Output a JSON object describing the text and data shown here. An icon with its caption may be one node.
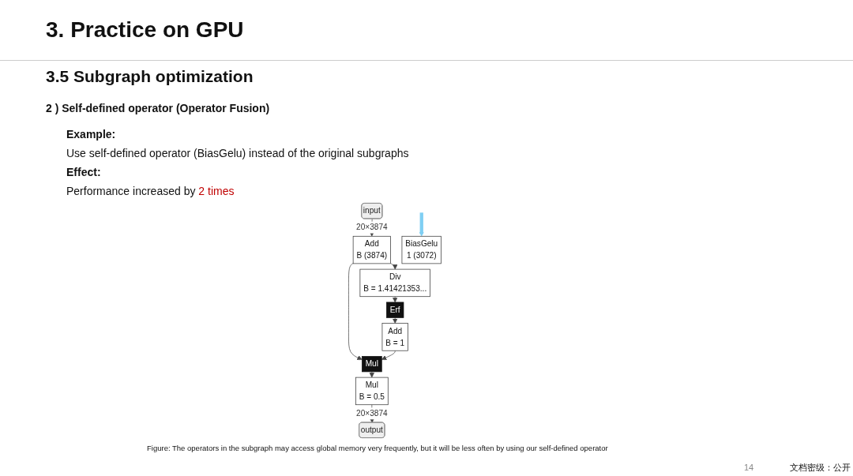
{
  "diagram": {
    "title": "3. Practice on GPU",
    "caption": "Figure:  The operators in the subgraph may access global memory very frequently, but it will be less often by using our self-defined operator",
    "nodes": [
      {
        "text": [
          "input"
        ]
      },
      {
        "text": [
          "Add",
          "B (3874)"
        ]
      },
      {
        "text": [
          "Div",
          "B = 1.41421353..."
        ]
      },
      {
        "text": [
          "Erf"
        ]
      },
      {
        "text": [
          "Add",
          "B = 1"
        ]
      },
      {
        "text": [
          "Mul"
        ]
      },
      {
        "text": [
          "Mul",
          "B = 0.5"
        ]
      },
      {
        "text": [
          "output"
        ]
      },
      {
        "text": [
          "BiasGelu",
          "1 (3072)"
        ]
      }
    ],
    "edges": [
      {
        "from": 0,
        "to": 1,
        "arrow": "to",
        "label": "20×3874"
      },
      {
        "from": 1,
        "to": 2,
        "arrow": "to"
      },
      {
        "from": 1,
        "to": 5,
        "arrow": "to"
      },
      {
        "from": 2,
        "to": 3,
        "arrow": "to"
      },
      {
        "from": 3,
        "to": 4,
        "arrow": "to"
      },
      {
        "from": 4,
        "to": 5,
        "arrow": "to"
      },
      {
        "from": 5,
        "to": 6,
        "arrow": "to"
      },
      {
        "from": 6,
        "to": 7,
        "arrow": "to",
        "label": "20×3874"
      },
      {
        "from": null,
        "to": 8,
        "arrow": "to",
        "style": "thick",
        "color": "#7fcff3"
      }
    ],
    "labels": [
      "3.5 Subgraph optimization",
      "2 ) Self-defined operator (Operator Fusion)",
      "Example:",
      "Use self-defined operator (BiasGelu) instead of the original subgraphs",
      "Effect:",
      "Performance increased by **2 times**",
      "14",
      "文档密级：公开"
    ]
  }
}
